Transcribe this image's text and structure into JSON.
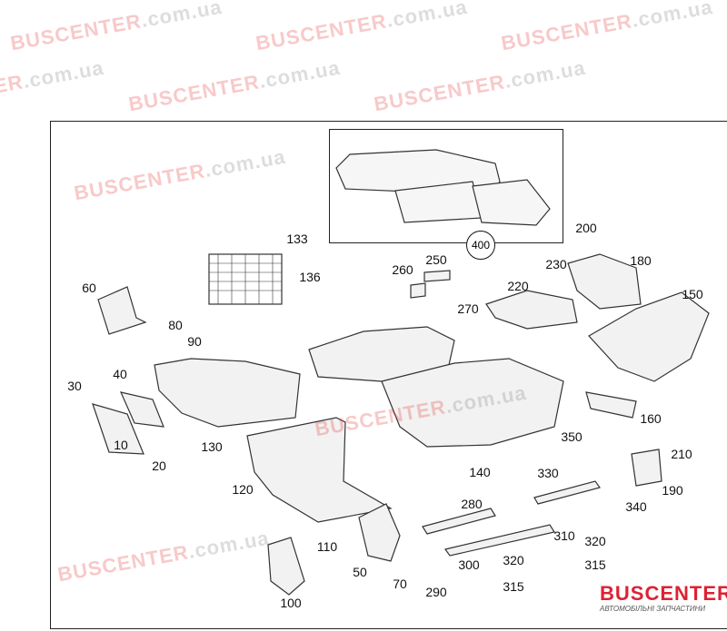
{
  "watermark": {
    "brand": "BUSCENTER",
    "domain": ".com.ua"
  },
  "logo": {
    "name": "BUSCENTER",
    "tagline": "АВТОМОБІЛЬНІ ЗАПЧАСТИНИ"
  },
  "inset_callout": "400",
  "labels": [
    "133",
    "136",
    "60",
    "80",
    "90",
    "30",
    "40",
    "130",
    "10",
    "20",
    "120",
    "110",
    "100",
    "50",
    "70",
    "290",
    "300",
    "280",
    "140",
    "260",
    "250",
    "270",
    "220",
    "230",
    "200",
    "180",
    "150",
    "160",
    "350",
    "210",
    "330",
    "340",
    "190",
    "310",
    "320",
    "320",
    "315",
    "315"
  ]
}
